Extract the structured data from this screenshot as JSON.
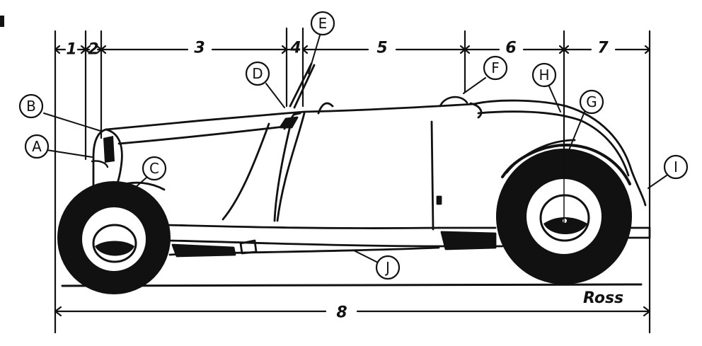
{
  "diagram": {
    "signature": "Ross",
    "dimensions": [
      "1",
      "2",
      "3",
      "4",
      "5",
      "6",
      "7",
      "8"
    ],
    "callouts": [
      "A",
      "B",
      "C",
      "D",
      "E",
      "F",
      "G",
      "H",
      "I",
      "J"
    ]
  }
}
